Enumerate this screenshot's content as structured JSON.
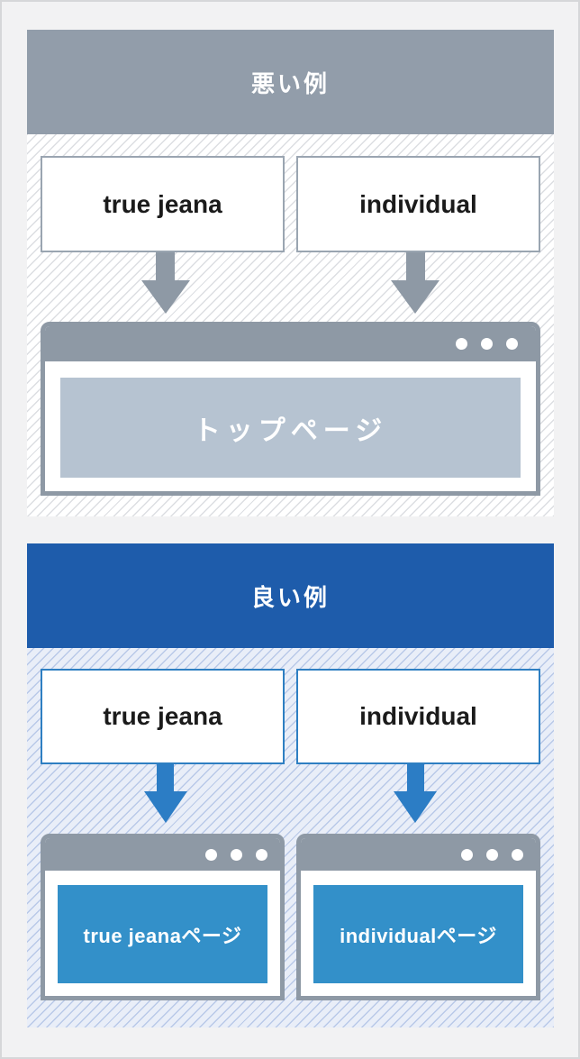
{
  "colors": {
    "page_bg": "#f2f2f3",
    "page_border": "#d6d7d9",
    "bad_header_bg": "#929daa",
    "bad_gray": "#8e99a5",
    "bad_content_bg": "#b6c3d1",
    "bad_kw_border": "#9aa5b1",
    "bad_hatch_bg": "#ffffff",
    "bad_stripe": "#dcdee2",
    "good_header_bg": "#1e5cab",
    "good_blue": "#2c7dc5",
    "good_kw_border": "#2e7fc2",
    "good_content_bg": "#3390c9",
    "good_hatch_bg": "#e9eef8",
    "good_stripe": "#b9c9e8"
  },
  "sections": [
    {
      "header": {
        "label": "悪い例"
      },
      "keywords": [
        {
          "label": "true jeana"
        },
        {
          "label": "individual"
        }
      ],
      "windows": [
        {
          "content_label": "トップページ"
        }
      ]
    },
    {
      "header": {
        "label": "良い例"
      },
      "keywords": [
        {
          "label": "true jeana"
        },
        {
          "label": "individual"
        }
      ],
      "windows": [
        {
          "content_label": "true jeanaページ"
        },
        {
          "content_label": "individualページ"
        }
      ]
    }
  ]
}
